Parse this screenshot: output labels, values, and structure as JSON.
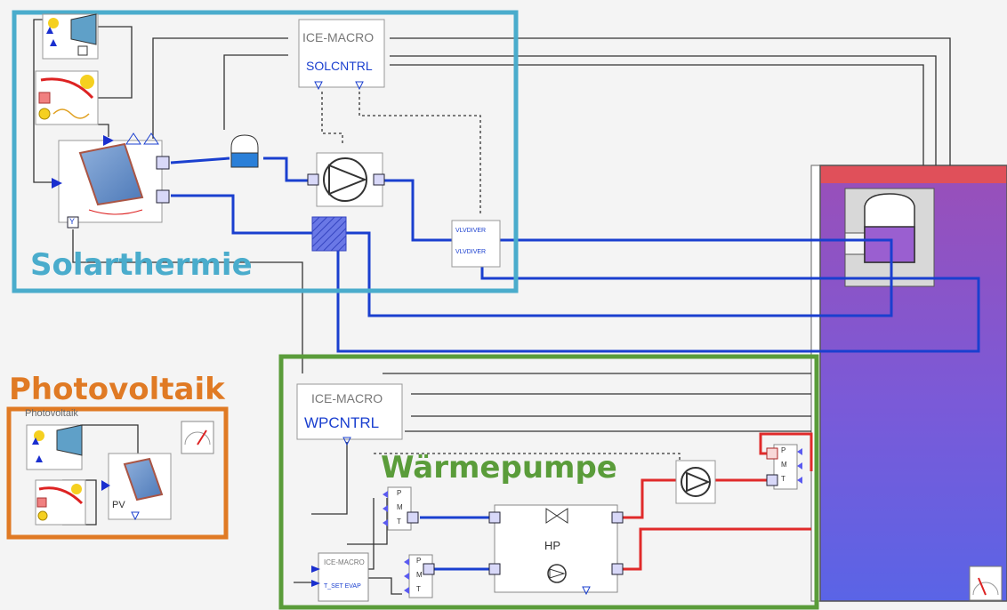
{
  "sections": {
    "solar": {
      "label": "Solarthermie",
      "color": "#4aaccc"
    },
    "pv": {
      "label": "Photovoltaik",
      "subtitle": "Photovoltaik",
      "color": "#e07a24"
    },
    "hp": {
      "label": "Wärmepumpe",
      "color": "#5a9c3a"
    }
  },
  "blocks": {
    "solcntrl": {
      "top": "ICE-MACRO",
      "bottom": "SOLCNTRL"
    },
    "wpcntrl": {
      "top": "ICE-MACRO",
      "bottom": "WPCNTRL"
    },
    "diverter": {
      "top": "VLVDIVER",
      "bottom": "VLVDIVER"
    },
    "tset": {
      "top": "ICE-MACRO",
      "bottom": "T_SET EVAP"
    },
    "heatpump": {
      "label": "HP"
    },
    "pv_panel": {
      "label": "PV"
    }
  },
  "ports": {
    "p": "P",
    "m": "M",
    "t": "T",
    "y": "Y"
  },
  "colors": {
    "hot": "#ee2222",
    "cold": "#1133cc",
    "signal": "#222222",
    "tank_top": "#e0505a",
    "tank_bottom": "#5a64e6"
  }
}
